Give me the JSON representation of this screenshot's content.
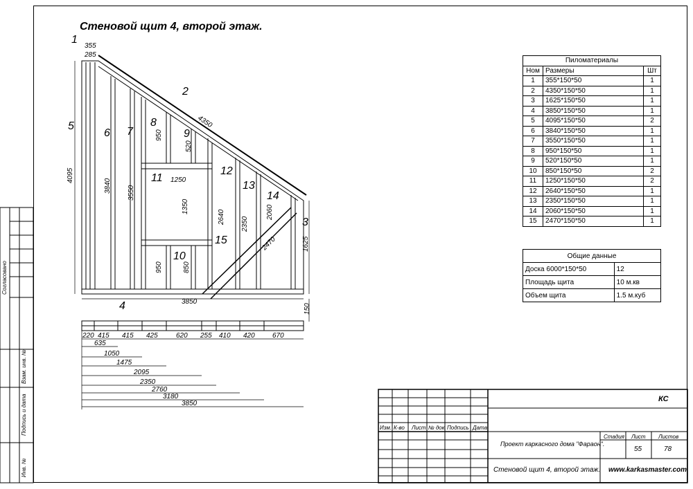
{
  "drawing": {
    "title": "Стеновой щит 4, второй этаж.",
    "part_labels": [
      "1",
      "2",
      "3",
      "4",
      "5",
      "6",
      "7",
      "8",
      "9",
      "10",
      "11",
      "12",
      "13",
      "14",
      "15"
    ],
    "dims": {
      "top_355": "355",
      "top_285": "285",
      "d4350": "4350",
      "d4095": "4095",
      "d3840": "3840",
      "d3550": "3550",
      "d950a": "950",
      "d520": "520",
      "d1250": "1250",
      "d1350": "1350",
      "d2640": "2640",
      "d2350": "2350",
      "d2060": "2060",
      "d2470": "2470",
      "d1625": "1625",
      "d950b": "950",
      "d850": "850",
      "d3850": "3850",
      "d150": "150"
    },
    "spacing": [
      "220",
      "415",
      "415",
      "425",
      "620",
      "255",
      "410",
      "420",
      "670"
    ],
    "cumulative": [
      "635",
      "1050",
      "1475",
      "2095",
      "2350",
      "2760",
      "3180",
      "3850"
    ]
  },
  "lumber_table": {
    "title": "Пиломатериалы",
    "headers": [
      "Ном",
      "Размеры",
      "Шт"
    ],
    "rows": [
      [
        "1",
        "355*150*50",
        "1"
      ],
      [
        "2",
        "4350*150*50",
        "1"
      ],
      [
        "3",
        "1625*150*50",
        "1"
      ],
      [
        "4",
        "3850*150*50",
        "1"
      ],
      [
        "5",
        "4095*150*50",
        "2"
      ],
      [
        "6",
        "3840*150*50",
        "1"
      ],
      [
        "7",
        "3550*150*50",
        "1"
      ],
      [
        "8",
        "950*150*50",
        "1"
      ],
      [
        "9",
        "520*150*50",
        "1"
      ],
      [
        "10",
        "850*150*50",
        "2"
      ],
      [
        "11",
        "1250*150*50",
        "2"
      ],
      [
        "12",
        "2640*150*50",
        "1"
      ],
      [
        "13",
        "2350*150*50",
        "1"
      ],
      [
        "14",
        "2060*150*50",
        "1"
      ],
      [
        "15",
        "2470*150*50",
        "1"
      ]
    ]
  },
  "general_table": {
    "title": "Общие данные",
    "rows": [
      [
        "Доска 6000*150*50",
        "12"
      ],
      [
        "Площадь щита",
        "10 м.кв"
      ],
      [
        "Объем щита",
        "1.5 м.куб"
      ]
    ]
  },
  "title_block": {
    "code": "КС",
    "col_headers": [
      "Изм.",
      "К-во",
      "Лист",
      "№ док.",
      "Подпись",
      "Дата"
    ],
    "project": "Проект каркасного дома \"Фараон\".",
    "stage_label": "Стадия",
    "sheet_label": "Лист",
    "sheets_label": "Листов",
    "sheet": "55",
    "sheets": "78",
    "sheet_name": "Стеновой щит 4, второй этаж.",
    "website": "www.karkasmaster.com"
  },
  "side_stamp": [
    "Согласовано",
    "Взам. инв. №",
    "Подпись и дата",
    "Инв. №"
  ]
}
